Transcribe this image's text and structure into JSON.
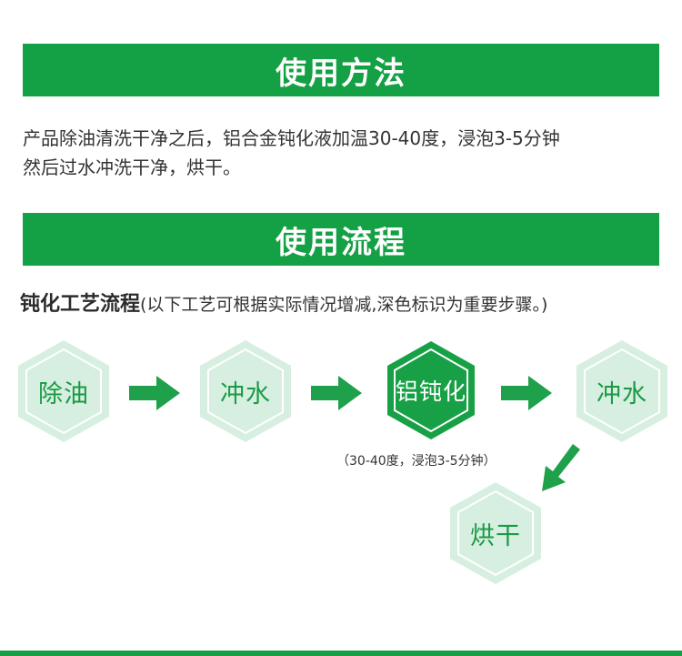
{
  "banners": {
    "usage_title": "使用方法",
    "flow_title": "使用流程"
  },
  "usage": {
    "line1": "产品除油清洗干净之后，铝合金钝化液加温30-40度，浸泡3-5分钟",
    "line2": "然后过水冲洗干净，烘干。"
  },
  "flow": {
    "subtitle_main": "钝化工艺流程",
    "subtitle_note": "(以下工艺可根据实际情况增减,深色标识为重要步骤。)",
    "steps": [
      {
        "label": "除油",
        "important": false
      },
      {
        "label": "冲水",
        "important": false
      },
      {
        "label": "铝钝化",
        "important": true
      },
      {
        "label": "冲水",
        "important": false
      },
      {
        "label": "烘干",
        "important": false
      }
    ],
    "step3_caption": "（30-40度，浸泡3-5分钟）"
  },
  "colors": {
    "brand_green": "#14a044",
    "hex_light_fill": "#d7efe0",
    "hex_text": "#1a9a45",
    "arrow_green": "#1fa04a"
  },
  "icons": {
    "arrow": "right-arrow-icon",
    "diagonal_arrow": "down-left-arrow-icon"
  }
}
